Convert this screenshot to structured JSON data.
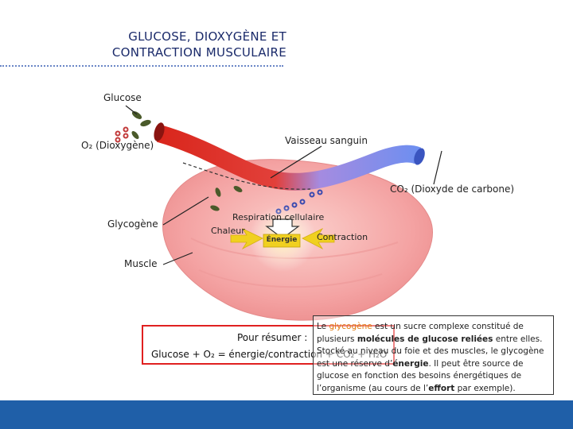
{
  "title": {
    "line1": "GLUCOSE, DIOXYGÈNE ET",
    "line2": "CONTRACTION MUSCULAIRE"
  },
  "labels": {
    "glucose": "Glucose",
    "o2": "O₂ (Dioxygène)",
    "vessel": "Vaisseau sanguin",
    "co2": "CO₂ (Dioxyde de carbone)",
    "glycogen": "Glycogène",
    "respiration": "Respiration cellulaire",
    "heat": "Chaleur",
    "energy": "Énergie",
    "contraction": "Contraction",
    "muscle": "Muscle"
  },
  "summary": {
    "line1": "Pour résumer :",
    "line2": "Glucose + O₂ = énergie/contraction + CO₂ + H₂O"
  },
  "info": {
    "p1_pre": "Le ",
    "p1_hl": "glycogène",
    "p1_mid": " est un sucre complexe constitué de plusieurs ",
    "p1_bold": "molécules de glucose reliées",
    "p1_post": " entre elles.",
    "p2_pre": "Stocké au niveau du foie et des muscles, le glycogène est une réserve d’",
    "p2_bold": "énergie",
    "p2_mid": ". Il peut être source de glucose en fonction des besoins énergétiques de l’organisme (au cours de l’",
    "p2_bold2": "effort",
    "p2_post": " par exemple)."
  },
  "colors": {
    "title": "#1a2a6a",
    "vessel_red": "#d9261c",
    "vessel_blue": "#6e8ff0",
    "muscle": "#f4a3a3",
    "glucose_leaf": "#4a5a2a",
    "o2_dot": "#c23a3a",
    "co2_dot": "#3a4ab0",
    "energy_arrow": "#f0d020",
    "summary_border": "#e02020",
    "highlight": "#e07a10",
    "footer": "#1f5fa8"
  }
}
